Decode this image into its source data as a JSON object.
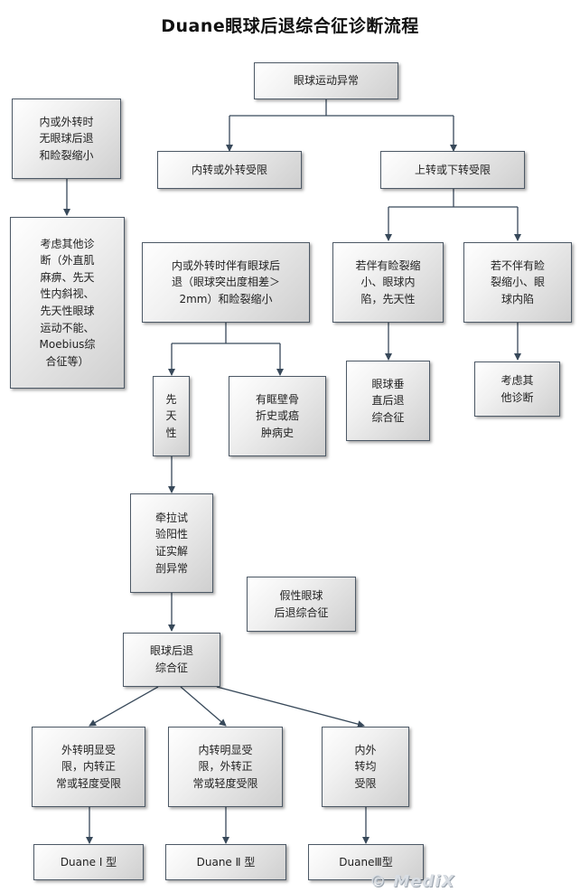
{
  "title": "Duane眼球后退综合征诊断流程",
  "watermark": "© MediX",
  "nodes": {
    "abnormal": "眼球运动异常",
    "add_limited": "内转或外转受限",
    "updown_limited": "上转或下转受限",
    "no_retraction": "内或外转时\n无眼球后退\n和睑裂缩小",
    "consider_other": "考虑其他诊\n断（外直肌\n麻痹、先天\n性内斜视、\n先天性眼球\n运动不能、\nMoebius综\n合征等）",
    "with_retraction": "内或外转时伴有眼球后\n退（眼球突出度相差＞\n2mm）和睑裂缩小",
    "fissure_yes": "若伴有睑裂缩\n小、眼球内\n陷，先天性",
    "fissure_no": "若不伴有睑\n裂缩小、眼\n球内陷",
    "congenital": "先\n天\n性",
    "trauma": "有眶壁骨\n折史或癌\n肿病史",
    "vertical_retraction": "眼球垂\n直后退\n综合征",
    "consider_other2": "考虑其\n他诊断",
    "traction_test": "牵拉试\n验阳性\n证实解\n剖异常",
    "pseudo": "假性眼球\n后退综合征",
    "duane_syndrome": "眼球后退\n综合征",
    "abd_limit": "外转明显受\n限，内转正\n常或轻度受限",
    "add_limit": "内转明显受\n限，外转正\n常或轻度受限",
    "both_limit": "内外\n转均\n受限",
    "type1": "Duane Ⅰ 型",
    "type2": "Duane Ⅱ 型",
    "type3": "DuaneⅢ型"
  },
  "colors": {
    "line": "#38495a",
    "border": "#4d5966"
  }
}
